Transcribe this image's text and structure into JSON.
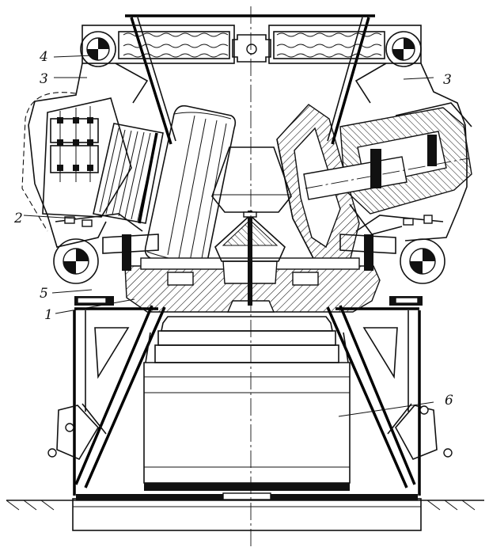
{
  "labels": {
    "l1": "1",
    "l2": "2",
    "l3_left": "3",
    "l3_right": "3",
    "l4": "4",
    "l5": "5",
    "l6": "6"
  }
}
